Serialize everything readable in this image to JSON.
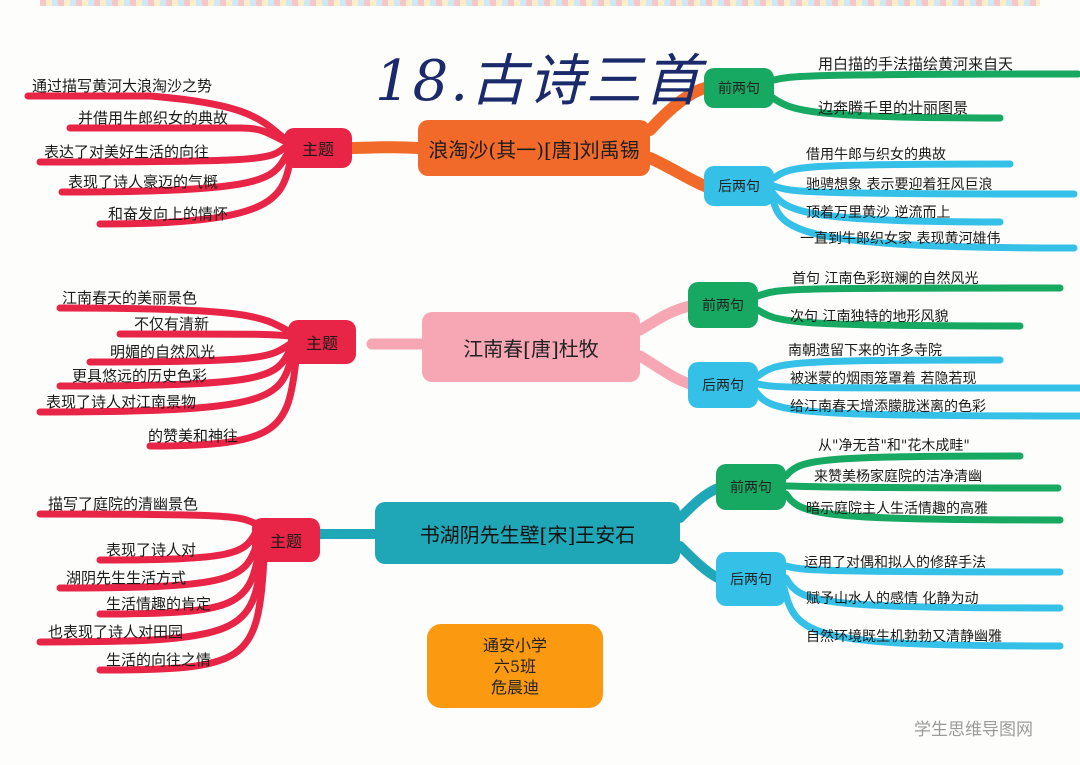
{
  "title": "18.古诗三首",
  "poem1": {
    "name": "浪淘沙(其一)[唐]刘禹锡",
    "theme_label": "主题",
    "themes": [
      "通过描写黄河大浪淘沙之势",
      "并借用牛郎织女的典故",
      "表达了对美好生活的向往",
      "表现了诗人豪迈的气概",
      "和奋发向上的情怀"
    ],
    "first_label": "前两句",
    "first_lines": [
      "用白描的手法描绘黄河来自天",
      "边奔腾千里的壮丽图景"
    ],
    "last_label": "后两句",
    "last_lines": [
      "借用牛郎与织女的典故",
      "驰骋想象 表示要迎着狂风巨浪",
      "顶着万里黄沙 逆流而上",
      "一直到牛郎织女家 表现黄河雄伟"
    ]
  },
  "poem2": {
    "name": "江南春[唐]杜牧",
    "theme_label": "主题",
    "themes": [
      "江南春天的美丽景色",
      "不仅有清新",
      "明媚的自然风光",
      "更具悠远的历史色彩",
      "表现了诗人对江南景物",
      "的赞美和神往"
    ],
    "first_label": "前两句",
    "first_lines": [
      "首句 江南色彩斑斓的自然风光",
      "次句 江南独特的地形风貌"
    ],
    "last_label": "后两句",
    "last_lines": [
      "南朝遗留下来的许多寺院",
      "被迷蒙的烟雨笼罩着 若隐若现",
      "给江南春天增添朦胧迷离的色彩"
    ]
  },
  "poem3": {
    "name": "书湖阴先生壁[宋]王安石",
    "theme_label": "主题",
    "themes": [
      "描写了庭院的清幽景色",
      "表现了诗人对",
      "湖阴先生生活方式",
      "生活情趣的肯定",
      "也表现了诗人对田园",
      "生活的向往之情"
    ],
    "first_label": "前两句",
    "first_lines": [
      "从\"净无苔\"和\"花木成畦\"",
      "来赞美杨家庭院的洁净清幽",
      "暗示庭院主人生活情趣的高雅"
    ],
    "last_label": "后两句",
    "last_lines": [
      "运用了对偶和拟人的修辞手法",
      "赋予山水人的感情 化静为动",
      "自然环境既生机勃勃又清静幽雅"
    ]
  },
  "signature": [
    "通安小学",
    "六5班",
    "危晨迪"
  ],
  "watermark": "学生思维导图网",
  "colors": {
    "poem1": "#f26a2a",
    "poem2": "#f7a7b4",
    "poem3": "#1fa7b8",
    "theme": "#e82546",
    "first": "#17a862",
    "last": "#35c0e8",
    "signature": "#fb9a11",
    "title": "#1b2a6b"
  }
}
